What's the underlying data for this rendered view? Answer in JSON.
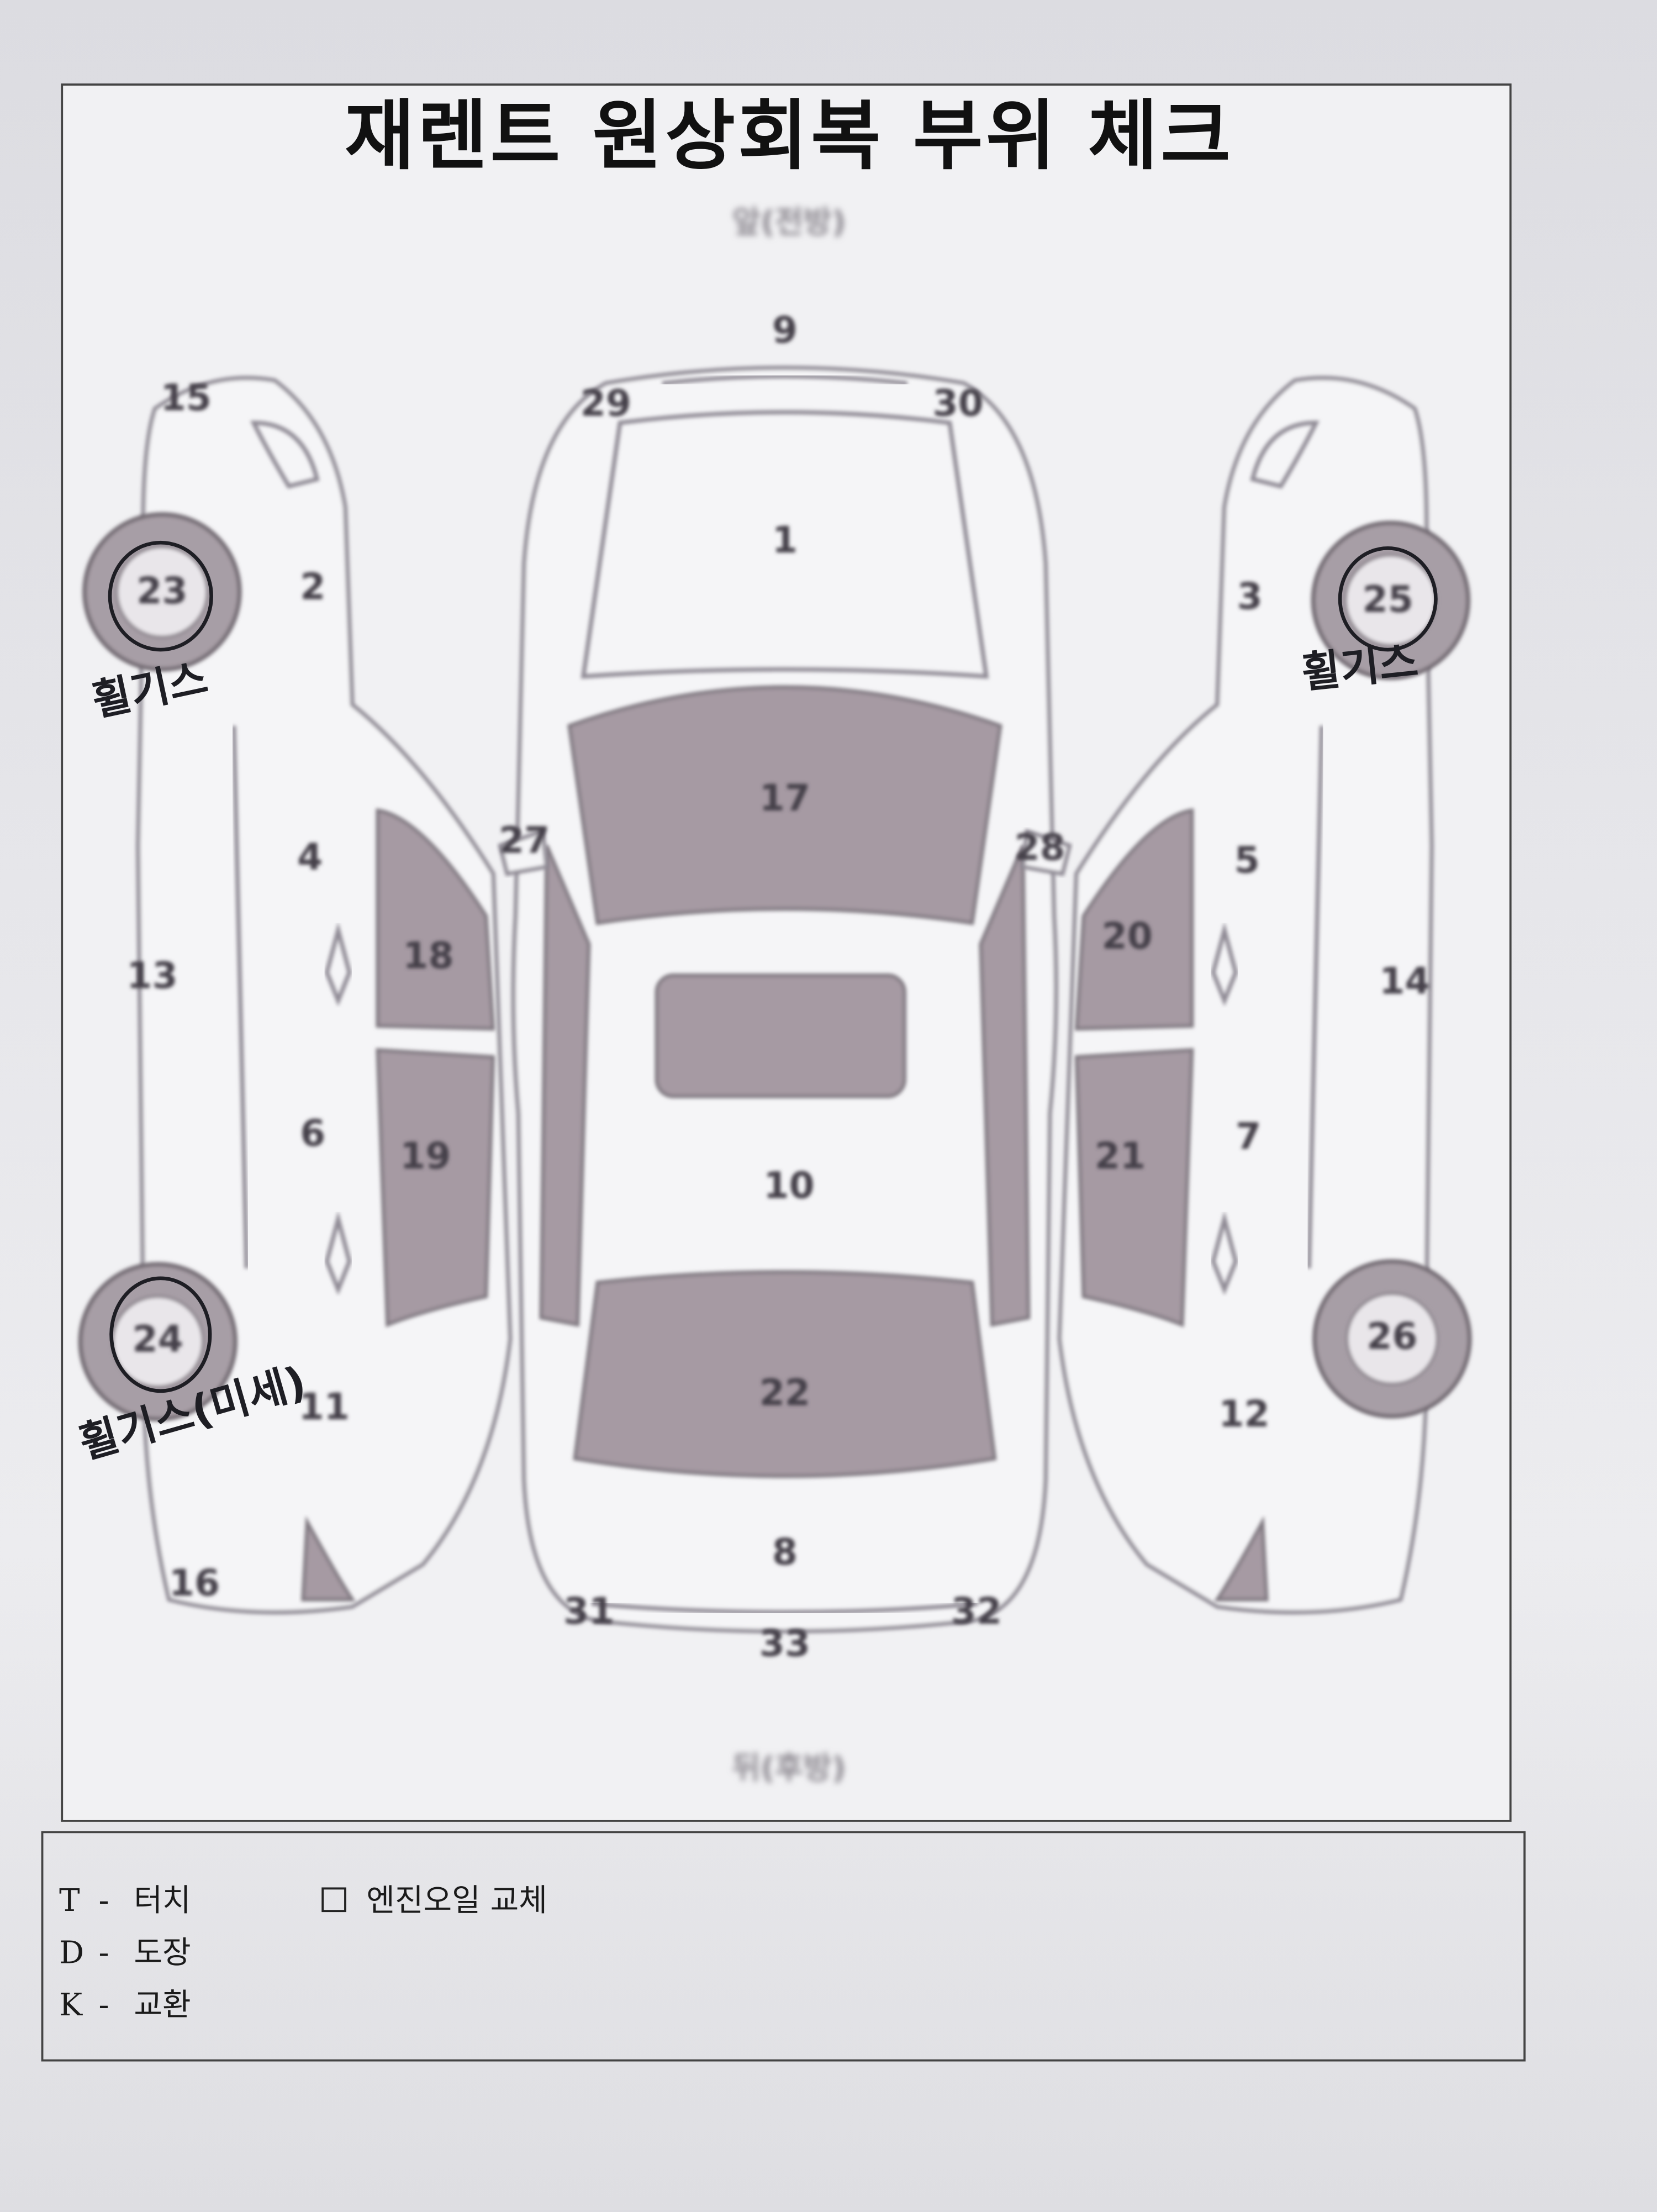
{
  "document": {
    "title": "재렌트 원상회복 부위 체크",
    "front_label": "앞(전방)",
    "rear_label": "뒤(후방)"
  },
  "parts": {
    "p1": "1",
    "p2": "2",
    "p3": "3",
    "p4": "4",
    "p5": "5",
    "p6": "6",
    "p7": "7",
    "p8": "8",
    "p9": "9",
    "p10": "10",
    "p11": "11",
    "p12": "12",
    "p13": "13",
    "p14": "14",
    "p15": "15",
    "p16": "16",
    "p17": "17",
    "p18": "18",
    "p19": "19",
    "p20": "20",
    "p21": "21",
    "p22": "22",
    "p23": "23",
    "p24": "24",
    "p25": "25",
    "p26": "26",
    "p27": "27",
    "p28": "28",
    "p29": "29",
    "p30": "30",
    "p31": "31",
    "p32": "32",
    "p33": "33"
  },
  "handwritten": {
    "note_23": "휠기스",
    "note_25": "휠기스",
    "note_24": "휠기스(미세)",
    "circled_parts": [
      "23",
      "24",
      "25"
    ]
  },
  "legend": {
    "items": [
      {
        "code": "T",
        "label": "터치"
      },
      {
        "code": "D",
        "label": "도장"
      },
      {
        "code": "K",
        "label": "교환"
      }
    ],
    "dash": "-",
    "checkbox": {
      "label": "엔진오일 교체",
      "checked": false
    }
  },
  "colors": {
    "ink": "#1e1e24",
    "panel_shade": "#a69aa3",
    "paper": "#e6e6ea"
  }
}
